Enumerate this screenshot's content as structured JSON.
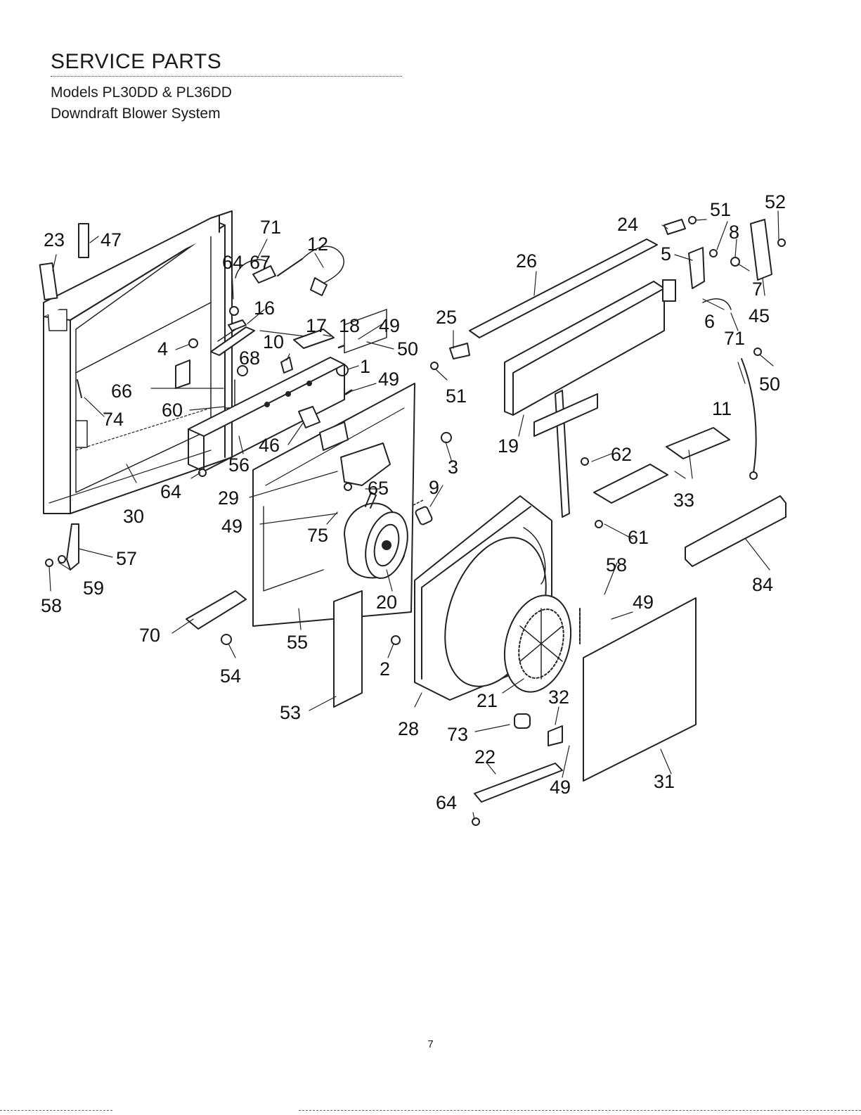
{
  "header": {
    "title": "SERVICE PARTS",
    "models": "Models PL30DD & PL36DD",
    "system": "Downdraft Blower System"
  },
  "callouts": [
    {
      "id": "c23",
      "text": "23"
    },
    {
      "id": "c47",
      "text": "47"
    },
    {
      "id": "c71a",
      "text": "71"
    },
    {
      "id": "c64a",
      "text": "64"
    },
    {
      "id": "c12",
      "text": "12"
    },
    {
      "id": "c67",
      "text": "67"
    },
    {
      "id": "c16",
      "text": "16"
    },
    {
      "id": "c17",
      "text": "17"
    },
    {
      "id": "c18",
      "text": "18"
    },
    {
      "id": "c49a",
      "text": "49"
    },
    {
      "id": "c4",
      "text": "4"
    },
    {
      "id": "c10",
      "text": "10"
    },
    {
      "id": "c68",
      "text": "68"
    },
    {
      "id": "c50a",
      "text": "50"
    },
    {
      "id": "c1",
      "text": "1"
    },
    {
      "id": "c49b",
      "text": "49"
    },
    {
      "id": "c66",
      "text": "66"
    },
    {
      "id": "c74",
      "text": "74"
    },
    {
      "id": "c60",
      "text": "60"
    },
    {
      "id": "c46",
      "text": "46"
    },
    {
      "id": "c56",
      "text": "56"
    },
    {
      "id": "c64b",
      "text": "64"
    },
    {
      "id": "c30",
      "text": "30"
    },
    {
      "id": "c29",
      "text": "29"
    },
    {
      "id": "c49c",
      "text": "49"
    },
    {
      "id": "c75",
      "text": "75"
    },
    {
      "id": "c65",
      "text": "65"
    },
    {
      "id": "c3",
      "text": "3"
    },
    {
      "id": "c9",
      "text": "9"
    },
    {
      "id": "c57",
      "text": "57"
    },
    {
      "id": "c59",
      "text": "59"
    },
    {
      "id": "c58a",
      "text": "58"
    },
    {
      "id": "c70",
      "text": "70"
    },
    {
      "id": "c54",
      "text": "54"
    },
    {
      "id": "c55",
      "text": "55"
    },
    {
      "id": "c20",
      "text": "20"
    },
    {
      "id": "c2",
      "text": "2"
    },
    {
      "id": "c53",
      "text": "53"
    },
    {
      "id": "c28",
      "text": "28"
    },
    {
      "id": "c25",
      "text": "25"
    },
    {
      "id": "c51a",
      "text": "51"
    },
    {
      "id": "c26",
      "text": "26"
    },
    {
      "id": "c19",
      "text": "19"
    },
    {
      "id": "c24",
      "text": "24"
    },
    {
      "id": "c51b",
      "text": "51"
    },
    {
      "id": "c52",
      "text": "52"
    },
    {
      "id": "c8",
      "text": "8"
    },
    {
      "id": "c5",
      "text": "5"
    },
    {
      "id": "c7",
      "text": "7"
    },
    {
      "id": "c45",
      "text": "45"
    },
    {
      "id": "c6",
      "text": "6"
    },
    {
      "id": "c71b",
      "text": "71"
    },
    {
      "id": "c50b",
      "text": "50"
    },
    {
      "id": "c11",
      "text": "11"
    },
    {
      "id": "c62",
      "text": "62"
    },
    {
      "id": "c33",
      "text": "33"
    },
    {
      "id": "c61",
      "text": "61"
    },
    {
      "id": "c58b",
      "text": "58"
    },
    {
      "id": "c84",
      "text": "84"
    },
    {
      "id": "c49d",
      "text": "49"
    },
    {
      "id": "c21",
      "text": "21"
    },
    {
      "id": "c32",
      "text": "32"
    },
    {
      "id": "c73",
      "text": "73"
    },
    {
      "id": "c22",
      "text": "22"
    },
    {
      "id": "c49e",
      "text": "49"
    },
    {
      "id": "c64c",
      "text": "64"
    },
    {
      "id": "c31",
      "text": "31"
    }
  ],
  "footer": {
    "page_number": "7"
  }
}
